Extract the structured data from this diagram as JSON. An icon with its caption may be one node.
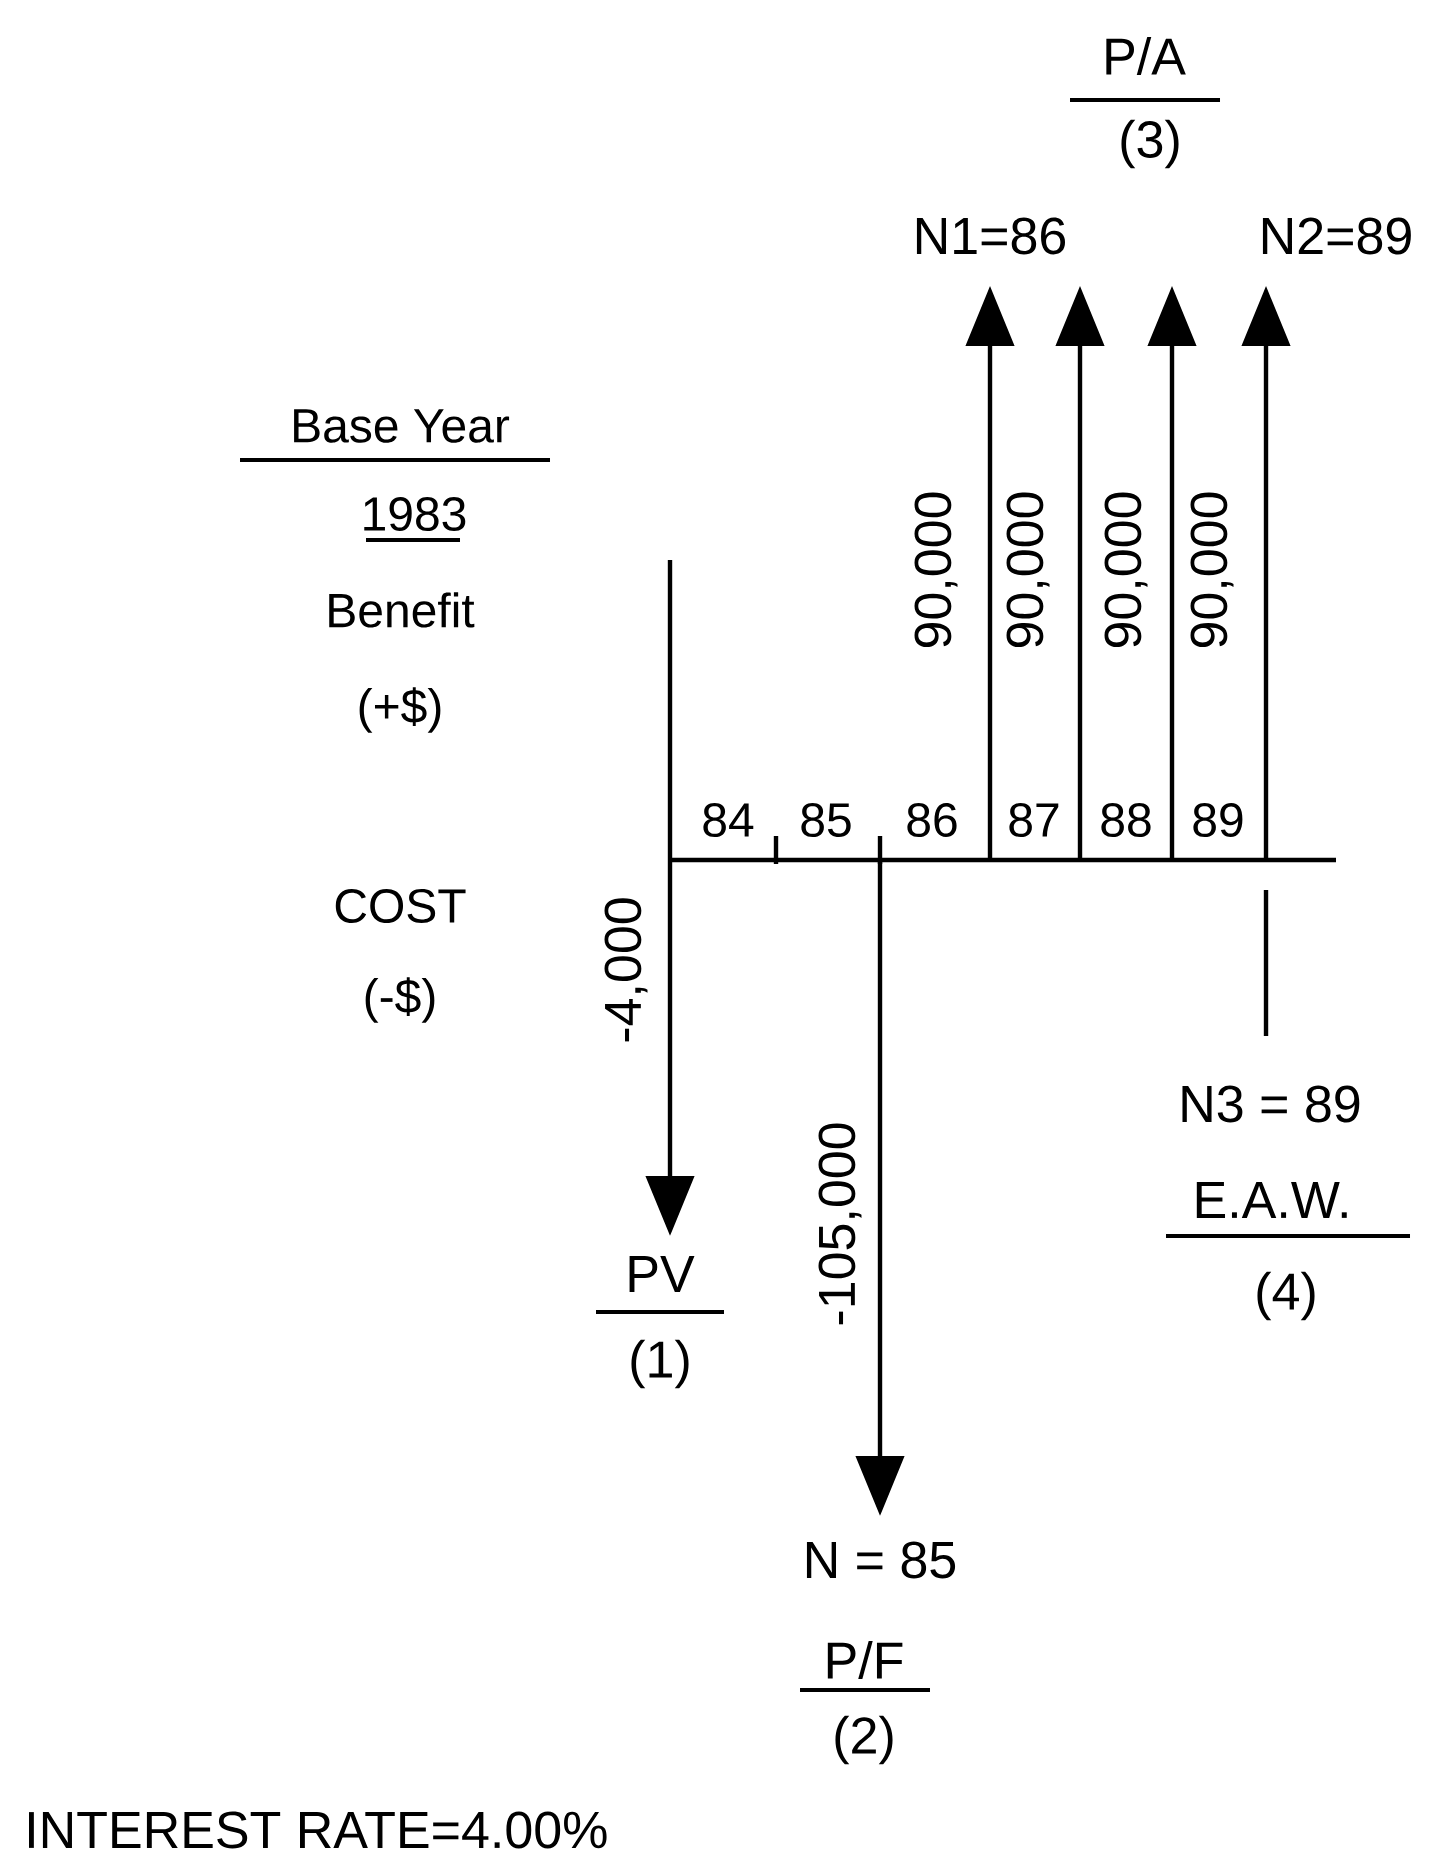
{
  "diagram": {
    "labels": [
      "P/A",
      "(3)",
      "N1=86",
      "N2=89",
      "Base Year",
      "1983",
      "Benefit",
      "(+$)",
      "90,000",
      "90,000",
      "90,000",
      "90,000",
      "84",
      "85",
      "86",
      "87",
      "88",
      "89",
      "COST",
      "(-$)",
      "-4,000",
      "-105,000",
      "N3 = 89",
      "E.A.W.",
      "(4)",
      "PV",
      "(1)",
      "N = 85",
      "P/F",
      "(2)",
      "INTEREST RATE=4.00%"
    ]
  }
}
